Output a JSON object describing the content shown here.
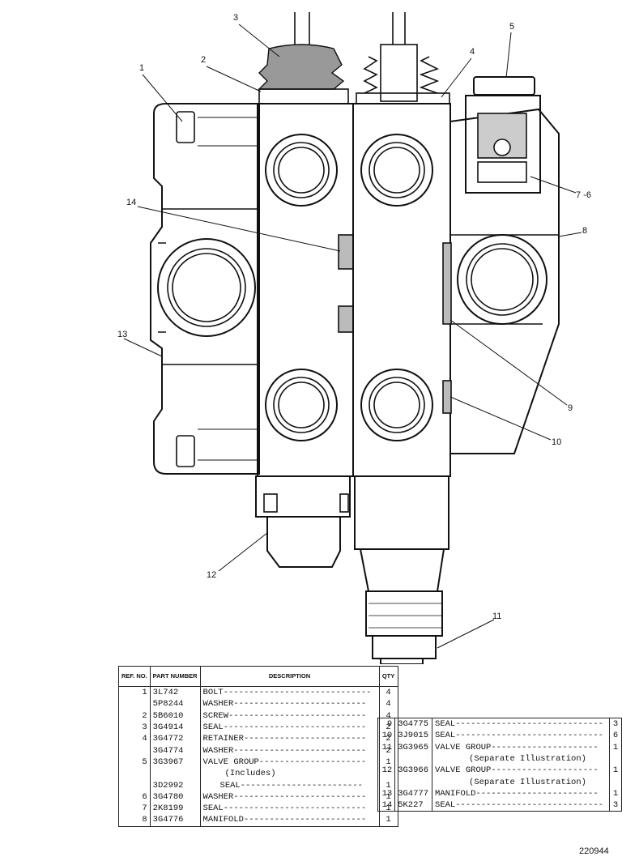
{
  "callouts": {
    "c1": "1",
    "c2": "2",
    "c3": "3",
    "c4": "4",
    "c5": "5",
    "c7_6": "7 -6",
    "c8": "8",
    "c9": "9",
    "c10": "10",
    "c11": "11",
    "c12": "12",
    "c13": "13",
    "c14": "14"
  },
  "table_headers": {
    "ref": "REF. NO.",
    "part": "PART NUMBER",
    "desc": "DESCRIPTION",
    "qty": "QTY"
  },
  "parts_left": [
    {
      "ref": "1",
      "part": "3L742",
      "desc": "BOLT-----------------------------",
      "qty": "4"
    },
    {
      "ref": "",
      "part": "5P8244",
      "desc": "WASHER--------------------------",
      "qty": "4"
    },
    {
      "ref": "2",
      "part": "5B6010",
      "desc": "SCREW---------------------------",
      "qty": "4"
    },
    {
      "ref": "3",
      "part": "3G4914",
      "desc": "SEAL----------------------------",
      "qty": "2"
    },
    {
      "ref": "4",
      "part": "3G4772",
      "desc": "RETAINER------------------------",
      "qty": "2"
    },
    {
      "ref": "",
      "part": "3G4774",
      "desc": "WASHER--------------------------",
      "qty": "2"
    },
    {
      "ref": "5",
      "part": "3G3967",
      "desc": "VALVE GROUP---------------------",
      "qty": "1"
    },
    {
      "ref": "",
      "part": "",
      "desc": "(Includes)",
      "qty": ""
    },
    {
      "ref": "",
      "part": "3D2992",
      "desc": "SEAL------------------------",
      "qty": "1"
    },
    {
      "ref": "6",
      "part": "3G4780",
      "desc": "WASHER--------------------------",
      "qty": "1"
    },
    {
      "ref": "7",
      "part": "2K8199",
      "desc": "SEAL----------------------------",
      "qty": "1"
    },
    {
      "ref": "8",
      "part": "3G4776",
      "desc": "MANIFOLD------------------------",
      "qty": "1"
    }
  ],
  "parts_right": [
    {
      "ref": "9",
      "part": "3G4775",
      "desc": "SEAL-----------------------------",
      "qty": "3"
    },
    {
      "ref": "10",
      "part": "3J9015",
      "desc": "SEAL-----------------------------",
      "qty": "6"
    },
    {
      "ref": "11",
      "part": "3G3965",
      "desc": "VALVE GROUP---------------------",
      "qty": "1"
    },
    {
      "ref": "",
      "part": "",
      "desc": "(Separate Illustration)",
      "qty": ""
    },
    {
      "ref": "12",
      "part": "3G3966",
      "desc": "VALVE GROUP---------------------",
      "qty": "1"
    },
    {
      "ref": "",
      "part": "",
      "desc": "(Separate Illustration)",
      "qty": ""
    },
    {
      "ref": "13",
      "part": "3G4777",
      "desc": "MANIFOLD------------------------",
      "qty": "1"
    },
    {
      "ref": "14",
      "part": "5K227",
      "desc": "SEAL-----------------------------",
      "qty": "3"
    }
  ],
  "figure_number": "220944"
}
